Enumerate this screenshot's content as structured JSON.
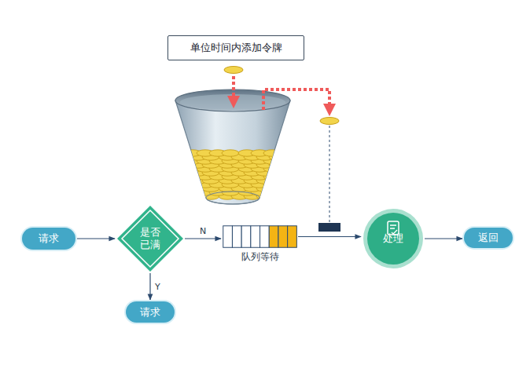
{
  "diagram": {
    "nodes": [
      {
        "text": [
          "单位时间内添加令牌"
        ]
      },
      {
        "text": [
          "请求"
        ]
      },
      {
        "text": [
          "是否已满"
        ]
      },
      {
        "text": [
          "队列等待"
        ]
      },
      {
        "text": [
          "处理"
        ]
      },
      {
        "text": [
          "返回"
        ]
      },
      {
        "text": [
          "请求"
        ]
      }
    ],
    "edges": [
      {
        "from": 1,
        "to": 2,
        "arrow": "to"
      },
      {
        "from": 2,
        "to": 3,
        "label": "N",
        "arrow": "to"
      },
      {
        "from": 3,
        "to": 4,
        "arrow": "to"
      },
      {
        "from": 4,
        "to": 5,
        "arrow": "to"
      },
      {
        "from": 2,
        "to": 6,
        "label": "Y",
        "arrow": "to"
      }
    ]
  }
}
